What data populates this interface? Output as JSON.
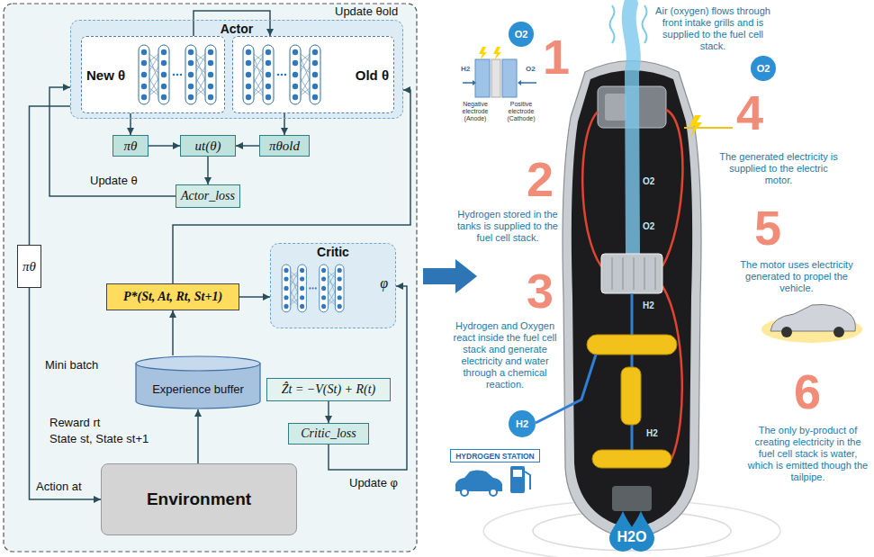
{
  "diagram": {
    "nodes": [
      {
        "text": [
          "Actor"
        ]
      },
      {
        "text": [
          "New θ"
        ],
        "in": 0
      },
      {
        "text": [
          "Old θ"
        ],
        "in": 0
      },
      {
        "text": [
          "πθ"
        ]
      },
      {
        "text": [
          "ut(θ)"
        ]
      },
      {
        "text": [
          "πθold"
        ]
      },
      {
        "text": [
          "Actor_loss"
        ]
      },
      {
        "text": [
          "πθ"
        ]
      },
      {
        "text": [
          "P*(St, At, Rt, St+1)"
        ]
      },
      {
        "text": [
          "Critic",
          "φ"
        ]
      },
      {
        "text": [
          "Experience buffer"
        ]
      },
      {
        "text": [
          "Environment"
        ]
      },
      {
        "text": [
          "Ẑt = −V(St) + R(t)"
        ]
      },
      {
        "text": [
          "Critic_loss"
        ]
      },
      {
        "text": [
          "O2"
        ]
      },
      {
        "text": [
          "O2"
        ]
      },
      {
        "text": [
          "H2"
        ]
      },
      {
        "text": [
          "HYDROGEN STATION"
        ]
      }
    ],
    "edges": [
      {
        "from": 1,
        "to": 2,
        "arrow": "to"
      },
      {
        "from": 1,
        "to": 3,
        "arrow": "to"
      },
      {
        "from": 2,
        "to": 5,
        "arrow": "to"
      },
      {
        "from": 3,
        "to": 4,
        "arrow": "to"
      },
      {
        "from": 5,
        "to": 4,
        "arrow": "to"
      },
      {
        "from": 4,
        "to": 6,
        "arrow": "to"
      },
      {
        "from": 6,
        "to": 0,
        "arrow": "to"
      },
      {
        "from": 0,
        "to": 7,
        "arrow": "none"
      },
      {
        "from": 7,
        "to": 11,
        "arrow": "to"
      },
      {
        "from": 11,
        "to": 10,
        "arrow": "to"
      },
      {
        "from": 10,
        "to": 8,
        "arrow": "to"
      },
      {
        "from": 8,
        "to": 9,
        "arrow": "to"
      },
      {
        "from": 8,
        "to": 0,
        "arrow": "to"
      },
      {
        "from": 12,
        "to": 13,
        "arrow": "to"
      },
      {
        "from": 13,
        "to": 9,
        "arrow": "to"
      }
    ],
    "labels": [
      "Update θold",
      "Update θ",
      "Mini batch",
      "Reward rt",
      "State st, State st+1",
      "Action at",
      "Update φ",
      "1",
      "Air (oxygen) flows through front intake grills and is supplied to the fuel cell stack.",
      "2",
      "Hydrogen stored in the tanks is supplied to the fuel cell stack.",
      "3",
      "Hydrogen and Oxygen react inside the fuel cell stack and generate electricity and water through a chemical reaction.",
      "4",
      "The generated electricity is supplied to the electric motor.",
      "5",
      "The motor uses electricity generated to propel the vehicle.",
      "6",
      "The only by-product of creating electricity in the fuel cell stack is water, which is emitted though the tailpipe.",
      "H2O",
      "H2",
      "O2",
      "Negative electrode (Anode)",
      "Positive electrode (Cathode)",
      "O2",
      "O2",
      "H2",
      "H2"
    ]
  }
}
